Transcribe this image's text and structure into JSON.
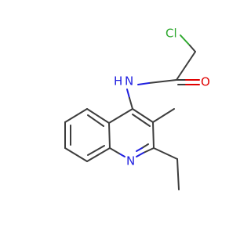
{
  "molecule": {
    "atoms": {
      "chlorine": "Cl",
      "amide_nitrogen": "N",
      "amide_hydrogen": "H",
      "carbonyl_oxygen": "O",
      "ring_nitrogen": "N"
    },
    "colors": {
      "bond": "#3d3d3d",
      "nitrogen": "#2020e0",
      "oxygen": "#e00000",
      "chlorine": "#2ea82e"
    }
  }
}
